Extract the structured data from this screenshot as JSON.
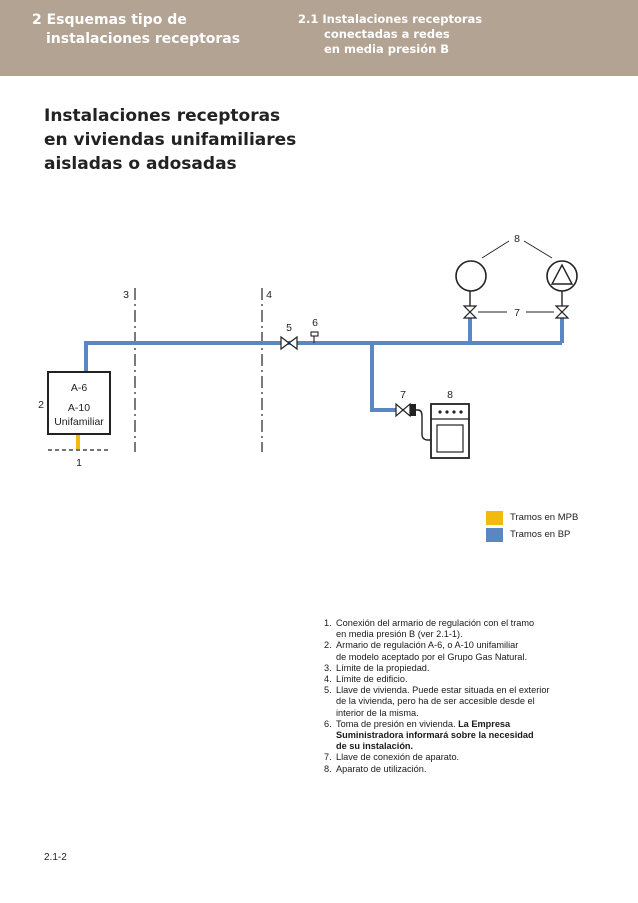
{
  "header": {
    "left_line1": "2 Esquemas tipo de",
    "left_line2": "instalaciones receptoras",
    "right_line1": "2.1 Instalaciones receptoras",
    "right_line2": "conectadas a redes",
    "right_line3": "en media presión B"
  },
  "title": {
    "line1": "Instalaciones receptoras",
    "line2": "en viviendas unifamiliares",
    "line3": "aisladas o adosadas"
  },
  "diagram": {
    "box_line1": "A-6",
    "box_line2": "A-10",
    "box_line3": "Unifamiliar",
    "labels": {
      "l1": "1",
      "l2": "2",
      "l3": "3",
      "l4": "4",
      "l5": "5",
      "l6": "6",
      "l7a": "7",
      "l7b": "7",
      "l8a": "8",
      "l8b": "8"
    },
    "colors": {
      "mpb": "#f2b90f",
      "bp": "#5b86c4"
    }
  },
  "legend": [
    {
      "label": "Tramos en MPB",
      "color": "#f2b90f"
    },
    {
      "label": "Tramos en BP",
      "color": "#5b86c4"
    }
  ],
  "notes": [
    {
      "num": "1.",
      "lines": [
        "Conexión del armario de regulación con el tramo",
        "en media presión B (ver 2.1-1)."
      ]
    },
    {
      "num": "2.",
      "lines": [
        "Armario de regulación A-6, o A-10 unifamiliar",
        "de modelo aceptado por el Grupo Gas Natural."
      ]
    },
    {
      "num": "3.",
      "lines": [
        "Límite de la propiedad."
      ]
    },
    {
      "num": "4.",
      "lines": [
        "Límite de edificio."
      ]
    },
    {
      "num": "5.",
      "lines": [
        "Llave de vivienda. Puede estar situada en el exterior",
        "de la vivienda, pero ha de ser accesible desde el",
        "interior de la misma."
      ]
    },
    {
      "num": "6.",
      "text6": "Toma de presión en vivienda. ",
      "bold1": "La Empresa",
      "bold2": "Suministradora informará sobre la necesidad",
      "bold3": "de su instalación."
    },
    {
      "num": "7.",
      "lines": [
        "Llave de conexión de aparato."
      ]
    },
    {
      "num": "8.",
      "lines": [
        "Aparato de utilización."
      ]
    }
  ],
  "footer": {
    "page": "2.1-2"
  }
}
